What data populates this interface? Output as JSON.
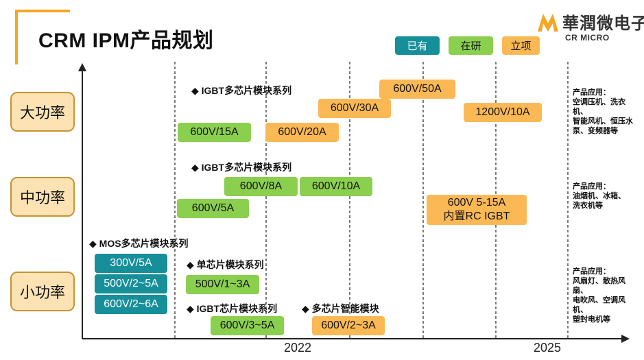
{
  "header": {
    "title": "CRM IPM产品规划",
    "logo_cn": "華潤微电子",
    "logo_en": "CR MICRO"
  },
  "legend": {
    "existing": "已有",
    "research": "在研",
    "approved": "立项"
  },
  "colors": {
    "existing": "#178f9a",
    "research": "#8bcf4f",
    "approved": "#fbb955",
    "category_fill": "#fde3b3",
    "category_border": "#c69433",
    "accent": "#f5a623"
  },
  "categories": {
    "high": "大功率",
    "mid": "中功率",
    "low": "小功率"
  },
  "series": {
    "high_igbt": "◆ IGBT多芯片模块系列",
    "mid_igbt": "◆ IGBT多芯片模块系列",
    "low_mos": "◆ MOS多芯片模块系列",
    "low_single": "◆ 单芯片模块系列",
    "low_igbt_chip": "◆ IGBT芯片模块系列",
    "low_multi_smart": "◆ 多芯片智能模块"
  },
  "products": {
    "p600_50": "600V/50A",
    "p600_30": "600V/30A",
    "p1200_10": "1200V/10A",
    "p600_15": "600V/15A",
    "p600_20": "600V/20A",
    "p600_8": "600V/8A",
    "p600_10": "600V/10A",
    "p600_5": "600V/5A",
    "p600_5_15_line1": "600V 5-15A",
    "p600_5_15_line2": "内置RC IGBT",
    "p300_5": "300V/5A",
    "p500_2_5": "500V/2~5A",
    "p600_2_6": "600V/2~6A",
    "p500_1_3": "500V/1~3A",
    "p600_3_5": "600V/3~5A",
    "p600_2_3": "600V/2~3A"
  },
  "applications": {
    "high": [
      "产品应用：",
      "空调压机、洗衣",
      "机、",
      "智能风机、恒压水",
      "泵、变频器等"
    ],
    "mid": [
      "产品应用：",
      "油烟机、冰箱、",
      "洗衣机等"
    ],
    "low": [
      "产品应用：",
      "风扇灯、散热风",
      "扇、",
      "电吹风、空调风",
      "机、",
      "塑封电机等"
    ]
  },
  "axis": {
    "year1": "2022",
    "year2": "2025"
  }
}
